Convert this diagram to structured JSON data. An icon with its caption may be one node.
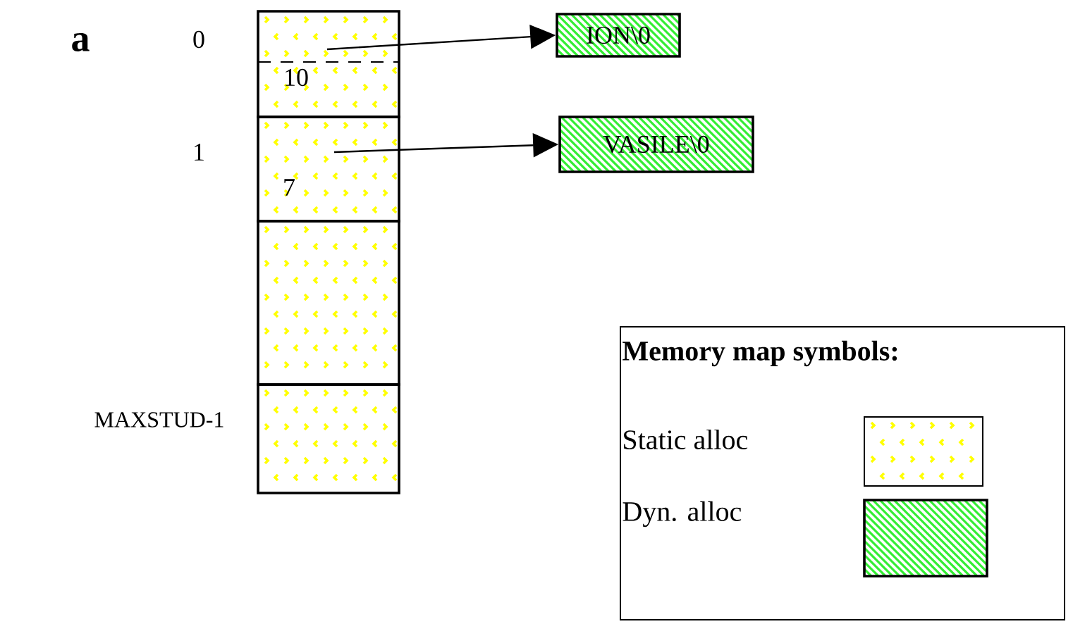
{
  "diagram": {
    "nodes": [
      {
        "text": [
          "10"
        ]
      },
      {
        "text": [
          "7"
        ]
      },
      {
        "text": [],
        "shape": "box"
      },
      {
        "text": [],
        "shape": "box"
      },
      {
        "text": [
          "ION\\0"
        ]
      },
      {
        "text": [
          "VASILE\\0"
        ]
      }
    ],
    "edges": [
      {
        "from": 0,
        "to": 4,
        "arrow": "to"
      },
      {
        "from": 1,
        "to": 5,
        "arrow": "to"
      }
    ],
    "labels": [
      "a",
      "0",
      "1",
      "MAXSTUD-1",
      "Memory map symbols:"
    ],
    "legend": [
      {
        "text": "Static alloc",
        "color": "#ffff00"
      },
      {
        "text": "Dyn.  alloc",
        "color": "#33ee33"
      }
    ]
  }
}
